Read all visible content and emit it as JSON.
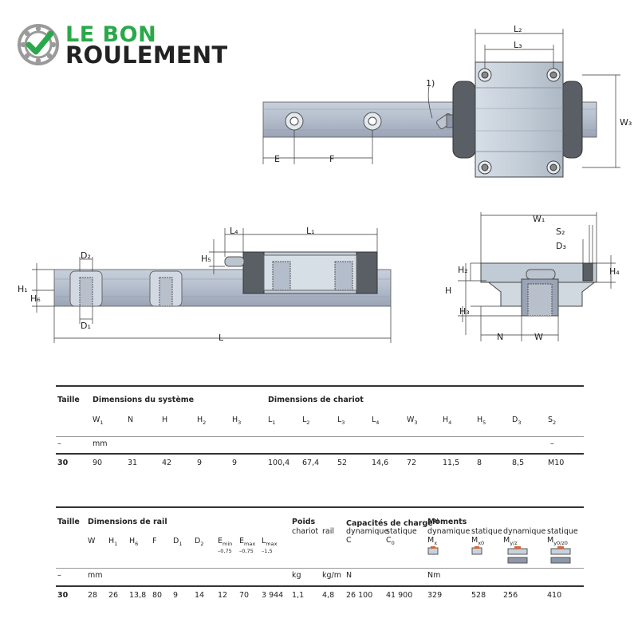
{
  "logo": {
    "line1": "LE BON",
    "line2": "ROULEMENT"
  },
  "drawing": {
    "note_1": "1)",
    "dims": {
      "L2": "L₂",
      "L3": "L₃",
      "W3": "W₃",
      "E": "E",
      "F": "F",
      "L4": "L₄",
      "L1": "L₁",
      "H5": "H₅",
      "D2": "D₂",
      "H1": "H₁",
      "H6": "H₆",
      "D1": "D₁",
      "L": "L",
      "W1": "W₁",
      "S2": "S₂",
      "D3": "D₃",
      "H2": "H₂",
      "H": "H",
      "H4": "H₄",
      "H3": "H₃",
      "N": "N",
      "W": "W"
    }
  },
  "table1": {
    "col_taille": "Taille",
    "group_system": "Dimensions du système",
    "group_chariot": "Dimensions de chariot",
    "headers": [
      "W1",
      "N",
      "H",
      "H2",
      "H3",
      "L1",
      "L2",
      "L3",
      "L4",
      "W3",
      "H4",
      "H5",
      "D3",
      "S2"
    ],
    "unit_dash": "–",
    "unit_mm": "mm",
    "unit_end": "–",
    "row": {
      "taille": "30",
      "values": [
        "90",
        "31",
        "42",
        "9",
        "9",
        "100,4",
        "67,4",
        "52",
        "14,6",
        "72",
        "11,5",
        "8",
        "8,5",
        "M10"
      ]
    }
  },
  "table2": {
    "col_taille": "Taille",
    "group_rail": "Dimensions de rail",
    "group_poids": "Poids",
    "poids_chariot": "chariot",
    "poids_rail": "rail",
    "group_capacites": "Capacités de charge",
    "capacites_note": "2)",
    "cap_dyn": "dynamique",
    "cap_stat": "statique",
    "cap_C": "C",
    "cap_C0": "C",
    "cap_C0_sub": "0",
    "group_moments": "Moments",
    "mom_dyn1": "dynamique",
    "mom_stat1": "statique",
    "mom_dyn2": "dynamique",
    "mom_stat2": "statique",
    "mom_Mx": "M",
    "mom_Mx_sub": "x",
    "mom_Mx0": "M",
    "mom_Mx0_sub": "x0",
    "mom_Myz": "M",
    "mom_Myz_sub": "y/z",
    "mom_Myz0": "M",
    "mom_Myz0_sub": "y0/z0",
    "rail_headers": [
      "W",
      "H1",
      "H6",
      "F",
      "D1",
      "D2",
      "Emin",
      "Emax",
      "Lmax"
    ],
    "tol_emin": "–0,75",
    "tol_emax": "–0,75",
    "tol_lmax": "–1,5",
    "unit_dash": "–",
    "unit_mm": "mm",
    "unit_kg": "kg",
    "unit_kgm": "kg/m",
    "unit_N": "N",
    "unit_Nm": "Nm",
    "row": {
      "taille": "30",
      "values": [
        "28",
        "26",
        "13,8",
        "80",
        "9",
        "14",
        "12",
        "70",
        "3 944",
        "1,1",
        "4,8",
        "26 100",
        "41 900",
        "329",
        "528",
        "256",
        "410"
      ]
    }
  }
}
